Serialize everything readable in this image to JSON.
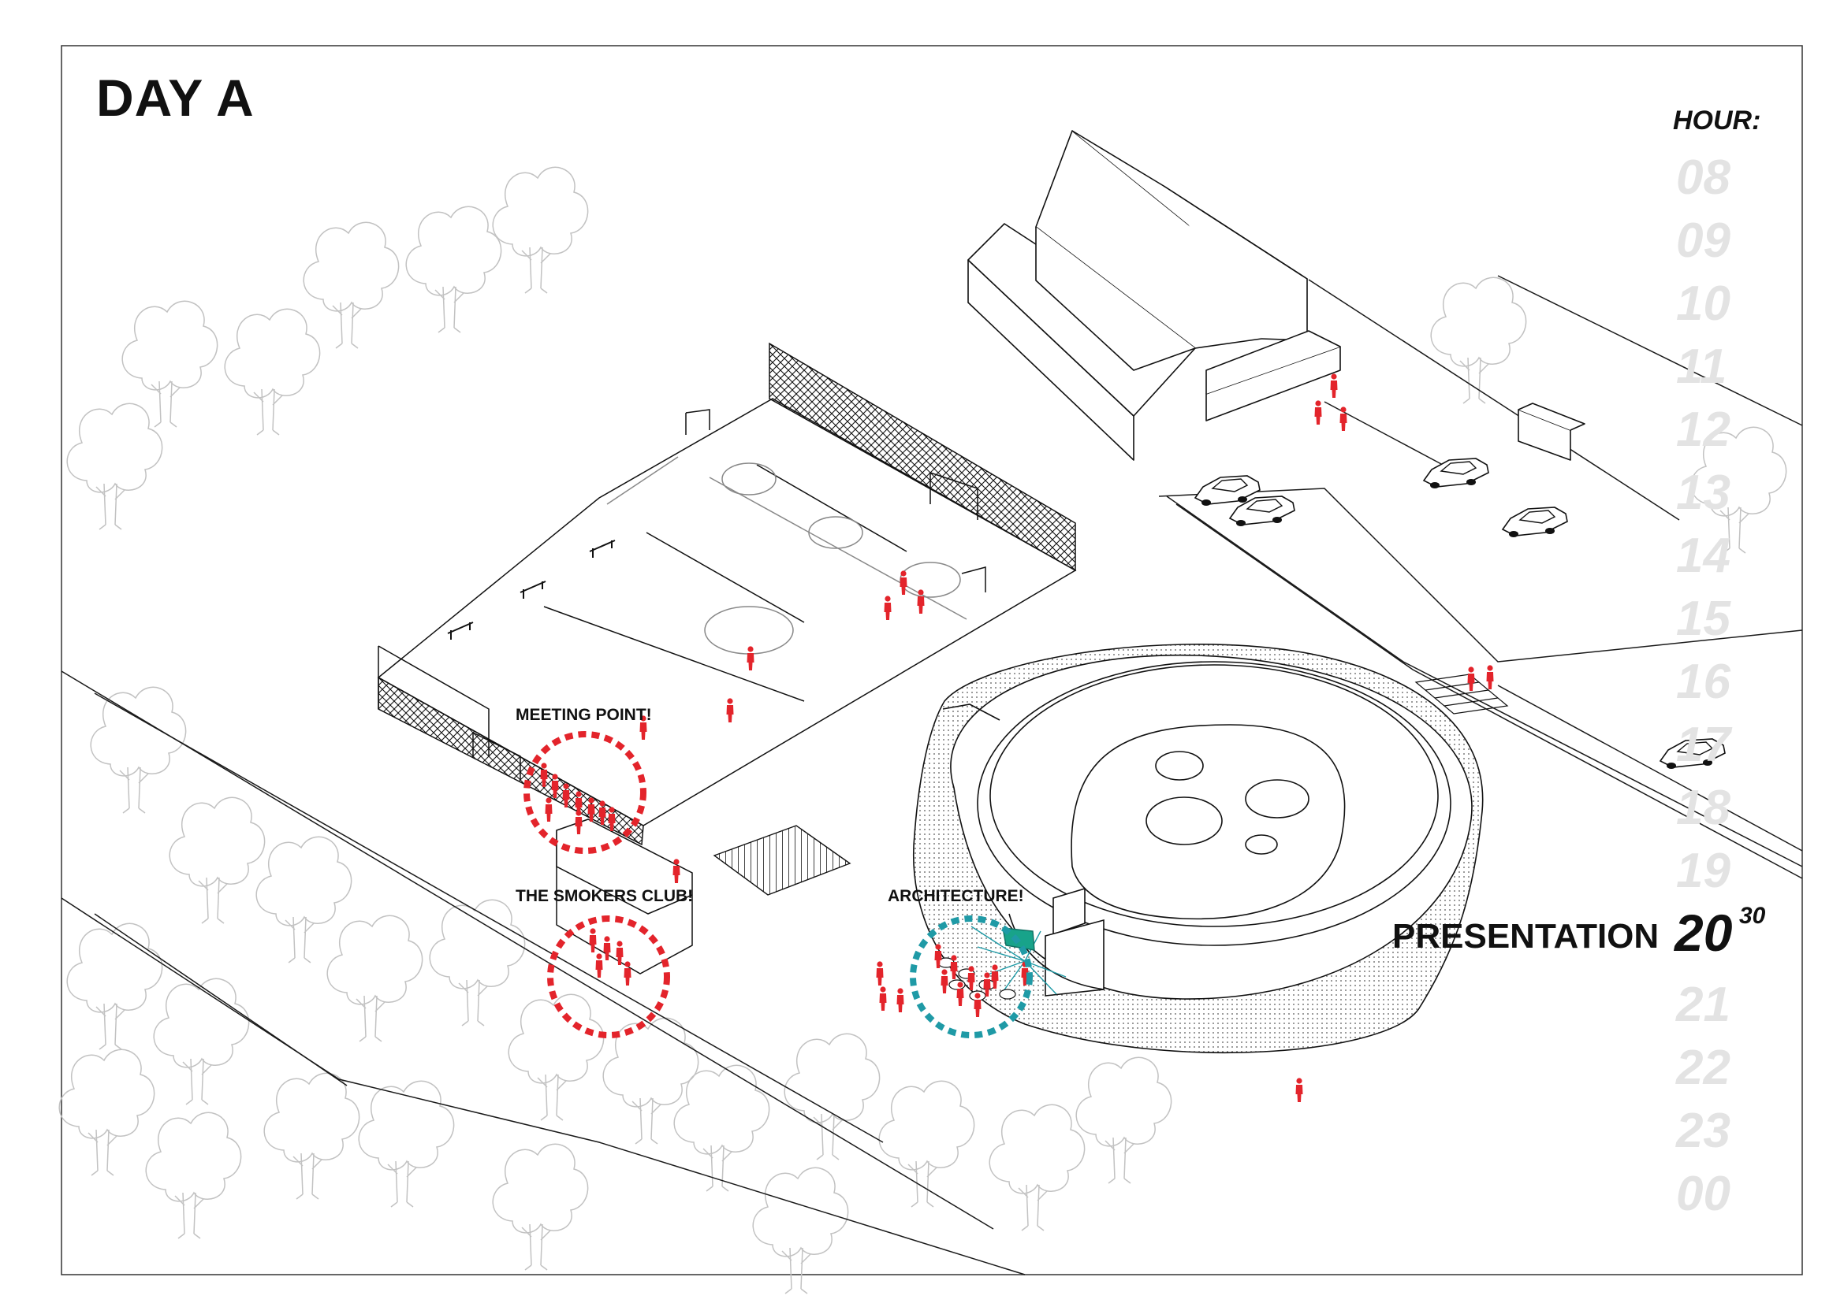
{
  "title": "DAY A",
  "hours": {
    "label": "HOUR:",
    "list": [
      "08",
      "09",
      "10",
      "11",
      "12",
      "13",
      "14",
      "15",
      "16",
      "17",
      "18",
      "19",
      "20",
      "21",
      "22",
      "23",
      "00"
    ],
    "active": "20"
  },
  "callouts": {
    "meeting_point": "MEETING POINT!",
    "smokers_club": "THE SMOKERS CLUB!",
    "architecture": "ARCHITECTURE!"
  },
  "event": {
    "label": "PRESENTATION",
    "hour": "20",
    "minutes": "30"
  },
  "colors": {
    "people": "#e3242b",
    "meeting_ring": "#e3242b",
    "architecture_ring": "#1f9aa6",
    "inactive_hour": "#e3e3e3",
    "linework": "#1a1a1a",
    "trees": "#bdbdbd"
  }
}
